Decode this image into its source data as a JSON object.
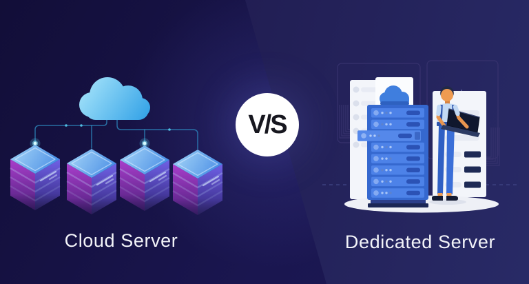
{
  "page": {
    "title_left": "Cloud Server",
    "title_right": "Dedicated Server",
    "vs_label": "V/S"
  },
  "colors": {
    "bg_left": "#1a1650",
    "bg_right": "#232156",
    "cloud_blue": "#3fb0ee",
    "server_top_blue": "#5ea3ee",
    "server_purple": "#9a38c4",
    "server_indigo": "#5f52d6",
    "circuit_cyan": "#59d7f2",
    "rack_blue": "#3568cf",
    "rack_unit_blue": "#4d82e8",
    "rack_button_blue": "#2b52b5",
    "panel_white": "#f3f5fa",
    "ground_white": "#eef0f6",
    "badge_bg": "#ffffff",
    "badge_text": "#17171f",
    "label_text": "#f3f4f9",
    "skin": "#ef9b51",
    "shirt": "#c3d9f4",
    "pants": "#3566cc",
    "laptop_dark": "#10172e"
  }
}
